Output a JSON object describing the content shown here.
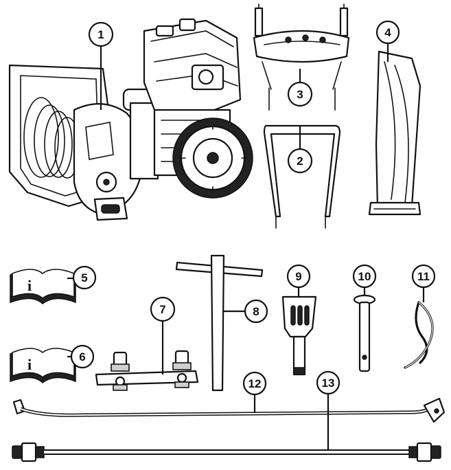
{
  "callouts": [
    {
      "id": 1,
      "label": "1"
    },
    {
      "id": 2,
      "label": "2"
    },
    {
      "id": 3,
      "label": "3"
    },
    {
      "id": 4,
      "label": "4"
    },
    {
      "id": 5,
      "label": "5"
    },
    {
      "id": 6,
      "label": "6"
    },
    {
      "id": 7,
      "label": "7"
    },
    {
      "id": 8,
      "label": "8"
    },
    {
      "id": 9,
      "label": "9"
    },
    {
      "id": 10,
      "label": "10"
    },
    {
      "id": 11,
      "label": "11"
    },
    {
      "id": 12,
      "label": "12"
    },
    {
      "id": 13,
      "label": "13"
    }
  ],
  "manual_icon_glyph": "i"
}
